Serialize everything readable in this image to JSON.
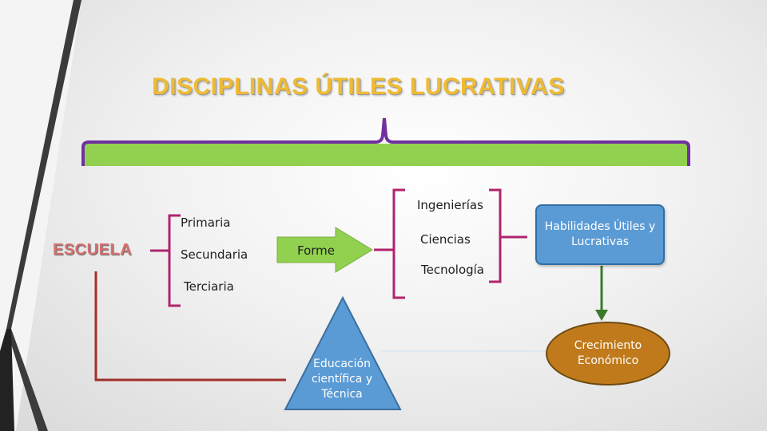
{
  "title": "DISCIPLINAS ÚTILES LUCRATIVAS",
  "escuela": "ESCUELA",
  "levels": [
    "Primaria",
    "Secundaria",
    "Terciaria"
  ],
  "arrow_label": "Forme",
  "fields": [
    "Ingenierías",
    "Ciencias",
    "Tecnología"
  ],
  "skills_box": "Habilidades Útiles y Lucrativas",
  "growth_circle": "Crecimiento Económico",
  "triangle_text": "Educación científica y Técnica",
  "colors": {
    "title": "#eebb33",
    "green_bar": "#92d050",
    "purple": "#7030a0",
    "magenta": "#b0246e",
    "arrow": "#92d050",
    "box_blue": "#5b9bd5",
    "circle_orange": "#c07a1c",
    "red_line": "#a0302a",
    "dark_green": "#3a7a2a"
  }
}
